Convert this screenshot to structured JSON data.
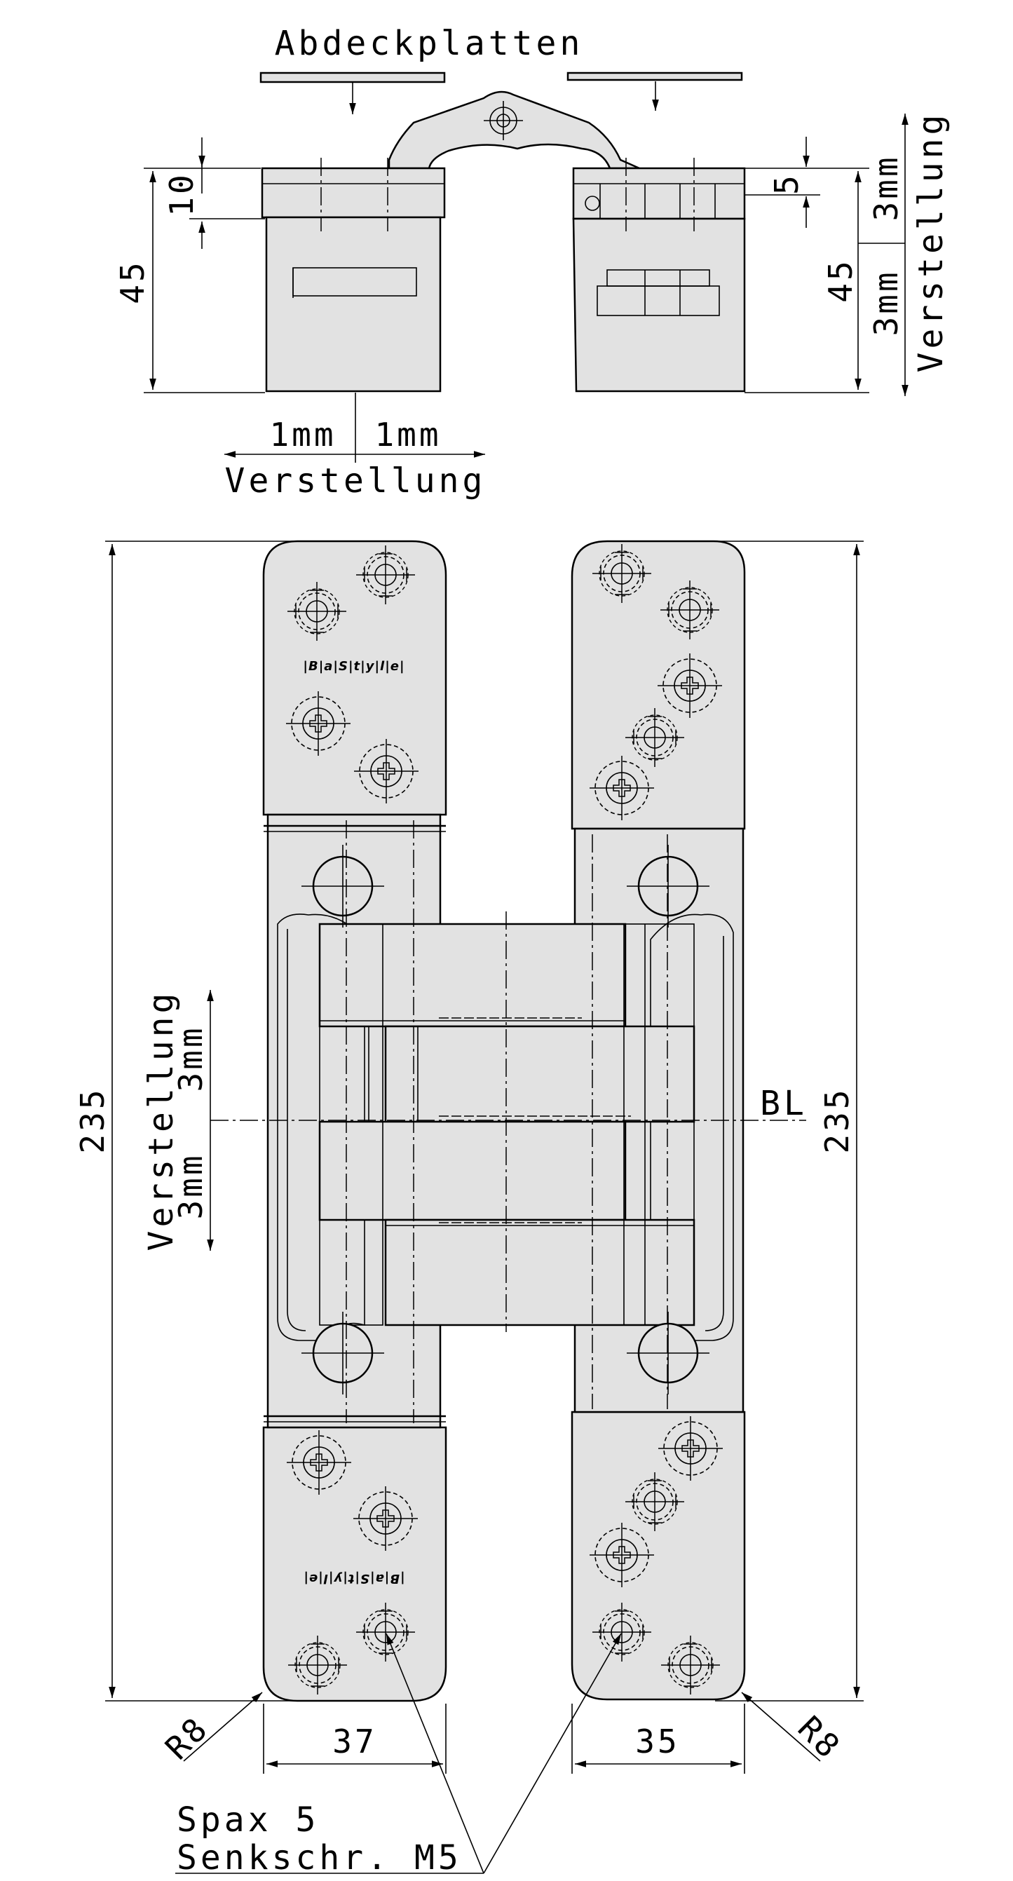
{
  "top_view": {
    "cover_plates_label": "Abdeckplatten",
    "left_height": "45",
    "left_plate_thickness": "10",
    "right_height": "45",
    "right_offset": "5",
    "side_adjust_left": "1mm",
    "side_adjust_right": "1mm",
    "side_adjust_label": "Verstellung",
    "vertical_adjust_up": "3mm",
    "vertical_adjust_down": "3mm",
    "vertical_adjust_label": "Verstellung"
  },
  "front_view": {
    "left_length": "235",
    "right_length": "235",
    "depth_adjust_label": "Verstellung",
    "depth_adjust_up": "3mm",
    "depth_adjust_down": "3mm",
    "axis_label": "BL",
    "brand_logo": "|B|a|S|t|y|l|e|",
    "radius_left": "R8",
    "radius_right": "R8",
    "width_left": "37",
    "width_right": "35"
  },
  "screws": {
    "line1": "Spax 5",
    "line2": "Senkschr. M5"
  }
}
